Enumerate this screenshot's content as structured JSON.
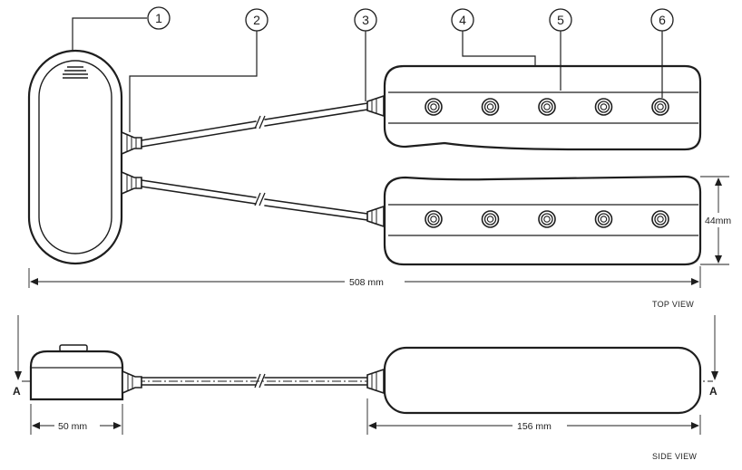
{
  "callouts": [
    {
      "label": "1"
    },
    {
      "label": "2"
    },
    {
      "label": "3"
    },
    {
      "label": "4"
    },
    {
      "label": "5"
    },
    {
      "label": "6"
    }
  ],
  "dimensions": {
    "total_length": "508 mm",
    "strip_width": "44mm",
    "hub_length": "50 mm",
    "strip_length": "156 mm"
  },
  "views": {
    "top": "TOP VIEW",
    "side": "SIDE VIEW"
  },
  "section_marker": "A",
  "sockets_per_strip": 5,
  "colors": {
    "line": "#1e1e1e",
    "background": "#ffffff"
  }
}
